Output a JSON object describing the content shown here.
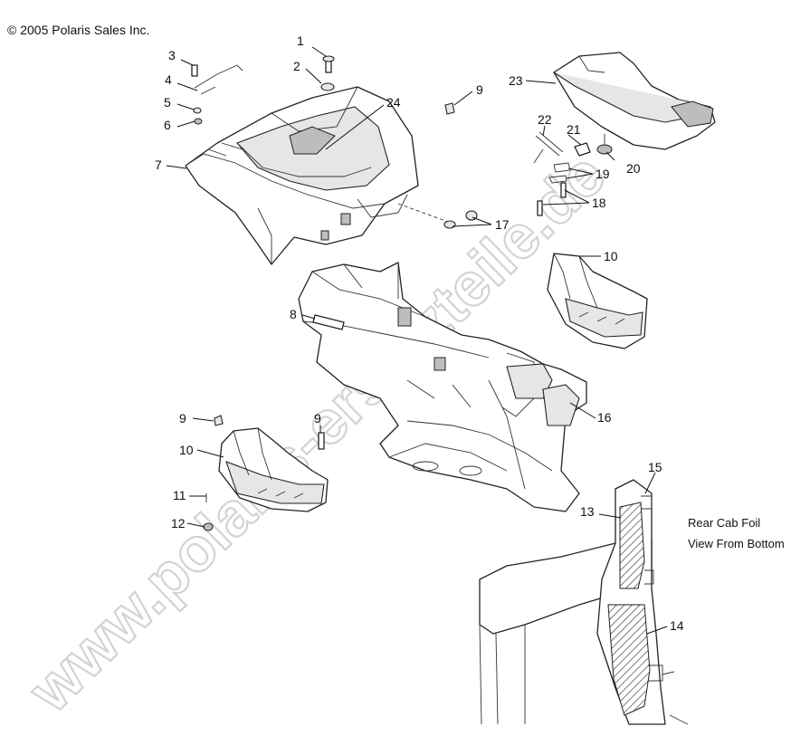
{
  "copyright": "© 2005 Polaris Sales Inc.",
  "watermark": "www.polaris-ersatzteile.de",
  "view_note": {
    "line1": "Rear Cab Foil",
    "line2": "View From Bottom"
  },
  "callouts": [
    {
      "key": "c1",
      "label": "1"
    },
    {
      "key": "c2",
      "label": "2"
    },
    {
      "key": "c3",
      "label": "3"
    },
    {
      "key": "c4",
      "label": "4"
    },
    {
      "key": "c5",
      "label": "5"
    },
    {
      "key": "c6",
      "label": "6"
    },
    {
      "key": "c7",
      "label": "7"
    },
    {
      "key": "c8",
      "label": "8"
    },
    {
      "key": "c9a",
      "label": "9"
    },
    {
      "key": "c9b",
      "label": "9"
    },
    {
      "key": "c9c",
      "label": "9"
    },
    {
      "key": "c10a",
      "label": "10"
    },
    {
      "key": "c10b",
      "label": "10"
    },
    {
      "key": "c11",
      "label": "11"
    },
    {
      "key": "c12",
      "label": "12"
    },
    {
      "key": "c13",
      "label": "13"
    },
    {
      "key": "c14",
      "label": "14"
    },
    {
      "key": "c15",
      "label": "15"
    },
    {
      "key": "c16",
      "label": "16"
    },
    {
      "key": "c17",
      "label": "17"
    },
    {
      "key": "c18",
      "label": "18"
    },
    {
      "key": "c19",
      "label": "19"
    },
    {
      "key": "c20",
      "label": "20"
    },
    {
      "key": "c21",
      "label": "21"
    },
    {
      "key": "c22",
      "label": "22"
    },
    {
      "key": "c23",
      "label": "23"
    },
    {
      "key": "c24",
      "label": "24"
    }
  ]
}
